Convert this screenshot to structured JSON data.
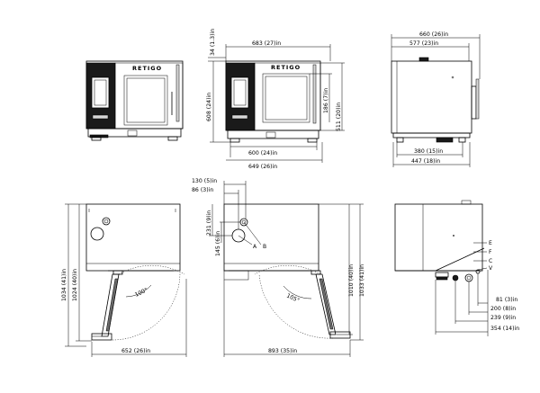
{
  "brand_logo": "RETIGO",
  "dimensions": {
    "front_top_offset": "34 (1.3)in",
    "front_width_with_handle": "683 (27)in",
    "front_height": "608 (24)in",
    "front_foot_width": "600 (24)in",
    "front_total_width": "649 (26)in",
    "front_door_height": "511 (20)in",
    "front_window_height": "186 (7)in",
    "side_total_depth": "660 (26)in",
    "side_depth": "577 (23)in",
    "side_feet_depth": "380 (15)in",
    "side_base_depth": "447 (18)in",
    "plan_left_depth": "1034 (41)in",
    "plan_left_depth_inner": "1024 (40)in",
    "plan_left_width": "652 (26)in",
    "plan_left_angle": "100°",
    "plan_mid_offset_x1": "130 (5)in",
    "plan_mid_offset_x2": "86 (3)in",
    "plan_mid_offset_y1": "231 (9)in",
    "plan_mid_offset_y2": "145 (6)in",
    "plan_mid_depth": "1010 (40)in",
    "plan_mid_depth_total": "1033 (41)in",
    "plan_mid_width": "893 (35)in",
    "plan_mid_angle": "105°",
    "rear_offset_1": "81 (3)in",
    "rear_offset_2": "200 (8)in",
    "rear_offset_3": "239 (9)in",
    "rear_offset_4": "354 (14)in"
  },
  "connection_labels": {
    "a": "A",
    "b": "B",
    "e": "E",
    "f": "F",
    "c": "C",
    "v": "V"
  }
}
